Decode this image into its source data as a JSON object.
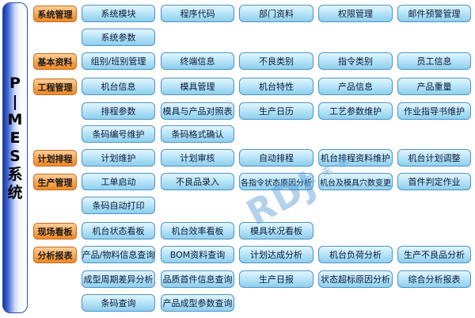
{
  "sidebar": {
    "chars": [
      "P",
      "|",
      "M",
      "E",
      "S",
      "系",
      "统"
    ]
  },
  "sections": [
    {
      "category": "系统管理",
      "items": [
        "系统模块",
        "程序代码",
        "部门资料",
        "权限管理",
        "邮件预警管理",
        "系统参数"
      ]
    },
    {
      "category": "基本资料",
      "items": [
        "组别/班别管理",
        "终端信息",
        "不良类别",
        "指令类别",
        "员工信息"
      ]
    },
    {
      "category": "工程管理",
      "items": [
        "机台信息",
        "模具管理",
        "机台特性",
        "产品信息",
        "产品重量",
        "排程参数",
        "模具与产品对照表",
        "生产日历",
        "工艺参数维护",
        "作业指导书维护",
        "条码编号维护",
        "条码格式确认"
      ]
    },
    {
      "category": "计划排程",
      "items": [
        "计划维护",
        "计划审核",
        "自动排程",
        "机台排程资料维护",
        "机台计划调整"
      ]
    },
    {
      "category": "生产管理",
      "items": [
        "工单启动",
        "不良品录入",
        "各指令状态原因分析",
        "机台及模具穴数变更",
        "首件判定作业",
        "条码自动打印"
      ]
    },
    {
      "category": "现场看板",
      "items": [
        "机台状态看板",
        "机台效率看板",
        "模具状况看板"
      ]
    },
    {
      "category": "分析报表",
      "items": [
        "产品/物料信息查询",
        "BOM资料查询",
        "计划达成分析",
        "机台负荷分析",
        "生产不良品分析",
        "成型周期差异分析",
        "品质首件信息查询",
        "生产日报",
        "状态超标原因分析",
        "综合分析报表",
        "条码查询",
        "产品成型参数查询"
      ]
    }
  ],
  "watermark": {
    "letters": "RDJ",
    "text": "创 新 未 来"
  }
}
